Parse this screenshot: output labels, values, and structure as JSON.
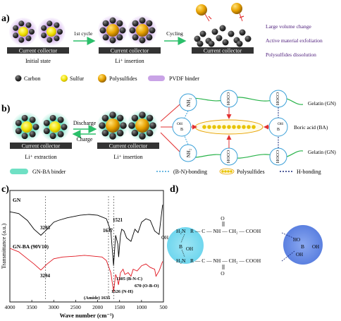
{
  "panel_a": {
    "label": "a)",
    "collector": "Current collector",
    "stage_initial": "Initial state",
    "stage_insertion": "Li⁺ insertion",
    "arrow_first": "1st cycle",
    "arrow_cycling": "Cycling",
    "notes": [
      "Large volume change",
      "Active material exfoliation",
      "Polysulfides dissolution"
    ],
    "legend": {
      "carbon": "Carbon",
      "sulfur": "Sulfur",
      "polysulfides": "Polysulfides",
      "binder": "PVDF binder"
    }
  },
  "panel_b": {
    "label": "b)",
    "collector": "Current collector",
    "stage_extraction": "Li⁺ extraction",
    "stage_insertion": "Li⁺ insertion",
    "discharge": "Discharge",
    "charge": "Charge",
    "gelatin_top": "Gelatin (GN)",
    "boric": "Boric acid (BA)",
    "gelatin_bottom": "Gelatin (GN)",
    "groups": {
      "nh2": "NH₂",
      "cooh": "COOH",
      "oh": "OH",
      "b": "B"
    },
    "legend": {
      "binder": "GN-BA binder",
      "bn": "(B-N)-bonding",
      "ps": "Polysulfides",
      "hb": "H-bonding"
    }
  },
  "panel_c": {
    "label": "c)",
    "ylabel": "Transmittance (a.u.)",
    "xlabel": "Wave number (cm⁻¹)",
    "annotations": [
      "3293",
      "1637",
      "1521",
      "3294",
      "1305 (B-N-C)",
      "670 (O-B-O)",
      "1526 (N-H)",
      "(Amide) 1635"
    ]
  },
  "panel_d": {
    "label": "d)",
    "chain_top": "R — C — NH — CH₂ — COOH",
    "chain_bottom": "R — C — NH — CH₂ — COOH",
    "o_label": "O",
    "h2n": "H₂N",
    "b": "B",
    "oh": "OH",
    "ho": "HO"
  },
  "chart_data": {
    "type": "line",
    "title": "",
    "xlabel": "Wave number (cm⁻¹)",
    "ylabel": "Transmittance (a.u.)",
    "xlim": [
      4000,
      500
    ],
    "x_ticks": [
      4000,
      3500,
      3000,
      2500,
      2000,
      1500,
      1000,
      500
    ],
    "grid": false,
    "series": [
      {
        "name": "GN",
        "color": "#000000",
        "points": [
          [
            4000,
            0.82
          ],
          [
            3800,
            0.8
          ],
          [
            3600,
            0.72
          ],
          [
            3450,
            0.62
          ],
          [
            3293,
            0.55
          ],
          [
            3150,
            0.62
          ],
          [
            3000,
            0.7
          ],
          [
            2900,
            0.72
          ],
          [
            2700,
            0.75
          ],
          [
            2400,
            0.78
          ],
          [
            2200,
            0.79
          ],
          [
            2000,
            0.78
          ],
          [
            1800,
            0.74
          ],
          [
            1700,
            0.6
          ],
          [
            1637,
            0.2
          ],
          [
            1590,
            0.55
          ],
          [
            1540,
            0.45
          ],
          [
            1521,
            0.3
          ],
          [
            1480,
            0.55
          ],
          [
            1450,
            0.62
          ],
          [
            1400,
            0.6
          ],
          [
            1340,
            0.52
          ],
          [
            1240,
            0.48
          ],
          [
            1150,
            0.62
          ],
          [
            1080,
            0.58
          ],
          [
            1000,
            0.7
          ],
          [
            900,
            0.74
          ],
          [
            800,
            0.72
          ],
          [
            700,
            0.6
          ],
          [
            600,
            0.56
          ],
          [
            520,
            0.9
          ]
        ]
      },
      {
        "name": "GN-BA (90V10)",
        "color": "#e0141e",
        "points": [
          [
            4000,
            0.4
          ],
          [
            3800,
            0.36
          ],
          [
            3600,
            0.28
          ],
          [
            3450,
            0.22
          ],
          [
            3294,
            0.15
          ],
          [
            3150,
            0.22
          ],
          [
            3000,
            0.28
          ],
          [
            2800,
            0.3
          ],
          [
            2500,
            0.31
          ],
          [
            2300,
            0.32
          ],
          [
            2100,
            0.31
          ],
          [
            1900,
            0.3
          ],
          [
            1800,
            0.26
          ],
          [
            1700,
            0.12
          ],
          [
            1635,
            -0.1
          ],
          [
            1590,
            0.1
          ],
          [
            1550,
            0.05
          ],
          [
            1526,
            -0.02
          ],
          [
            1480,
            0.12
          ],
          [
            1420,
            0.16
          ],
          [
            1380,
            0.1
          ],
          [
            1305,
            0.12
          ],
          [
            1240,
            0.08
          ],
          [
            1190,
            0.16
          ],
          [
            1100,
            0.14
          ],
          [
            1000,
            0.2
          ],
          [
            900,
            0.22
          ],
          [
            800,
            0.18
          ],
          [
            700,
            0.16
          ],
          [
            670,
            0.08
          ],
          [
            600,
            0.14
          ],
          [
            520,
            0.25
          ]
        ]
      }
    ]
  }
}
